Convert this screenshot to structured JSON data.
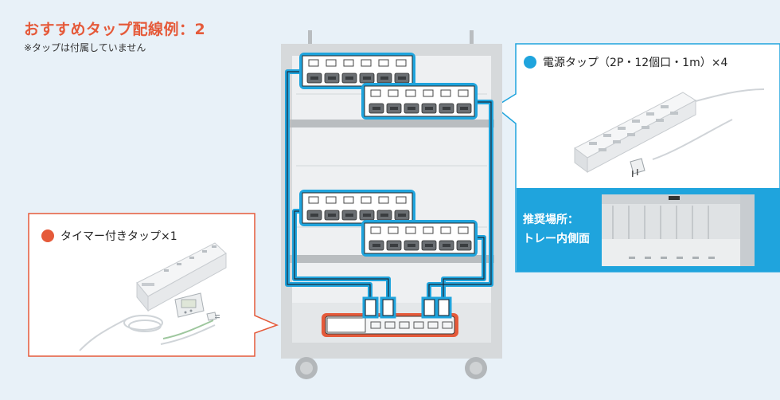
{
  "header": {
    "title": "おすすめタップ配線例：2",
    "note": "※タップは付属していません"
  },
  "callout_left": {
    "label": "タイマー付きタップ×1",
    "dot_color": "#e55a3a"
  },
  "callout_right": {
    "label": "電源タップ（2P・12個口・1m）×4",
    "dot_color": "#1fa4dd",
    "recommend_line1": "推奨場所：",
    "recommend_line2": "トレー内側面"
  },
  "colors": {
    "background": "#e8f1f8",
    "accent_orange": "#e55a3a",
    "accent_blue": "#1fa4dd",
    "cart_gray": "#cfd2d4"
  },
  "icons": [
    "power-strip-icon",
    "timer-power-strip-icon",
    "plug-icon",
    "cart-icon",
    "caster-wheel-icon"
  ]
}
